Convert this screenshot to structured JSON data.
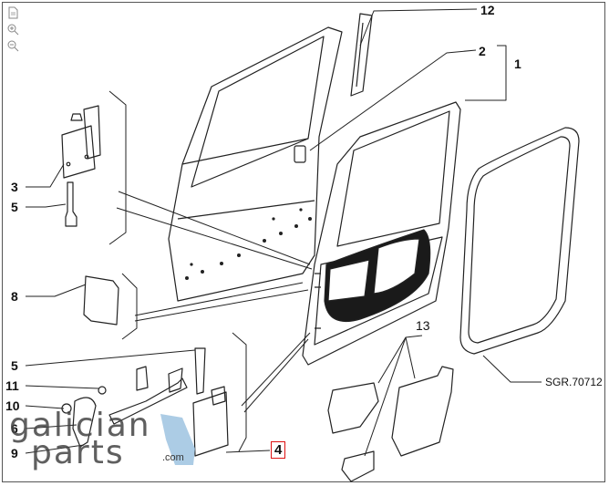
{
  "toolbar": {
    "items": [
      {
        "name": "fit-page",
        "icon": "page-icon"
      },
      {
        "name": "zoom-in",
        "icon": "zoom-in-icon"
      },
      {
        "name": "zoom-out",
        "icon": "zoom-out-icon"
      }
    ]
  },
  "callouts": {
    "c12": "12",
    "c2": "2",
    "c1": "1",
    "c3": "3",
    "c5a": "5",
    "c8": "8",
    "c13": "13",
    "c5b": "5",
    "c11": "11",
    "c10": "10",
    "c6": "6",
    "c9": "9",
    "c4": "4"
  },
  "reference": "SGR.70712",
  "watermark": {
    "line1": "galician",
    "line2": "parts",
    "suffix": ".com",
    "accent": "#9ec3e0"
  },
  "colors": {
    "line": "#222222",
    "highlight": "#dd1111",
    "fill_dark": "#1a1a1a"
  }
}
